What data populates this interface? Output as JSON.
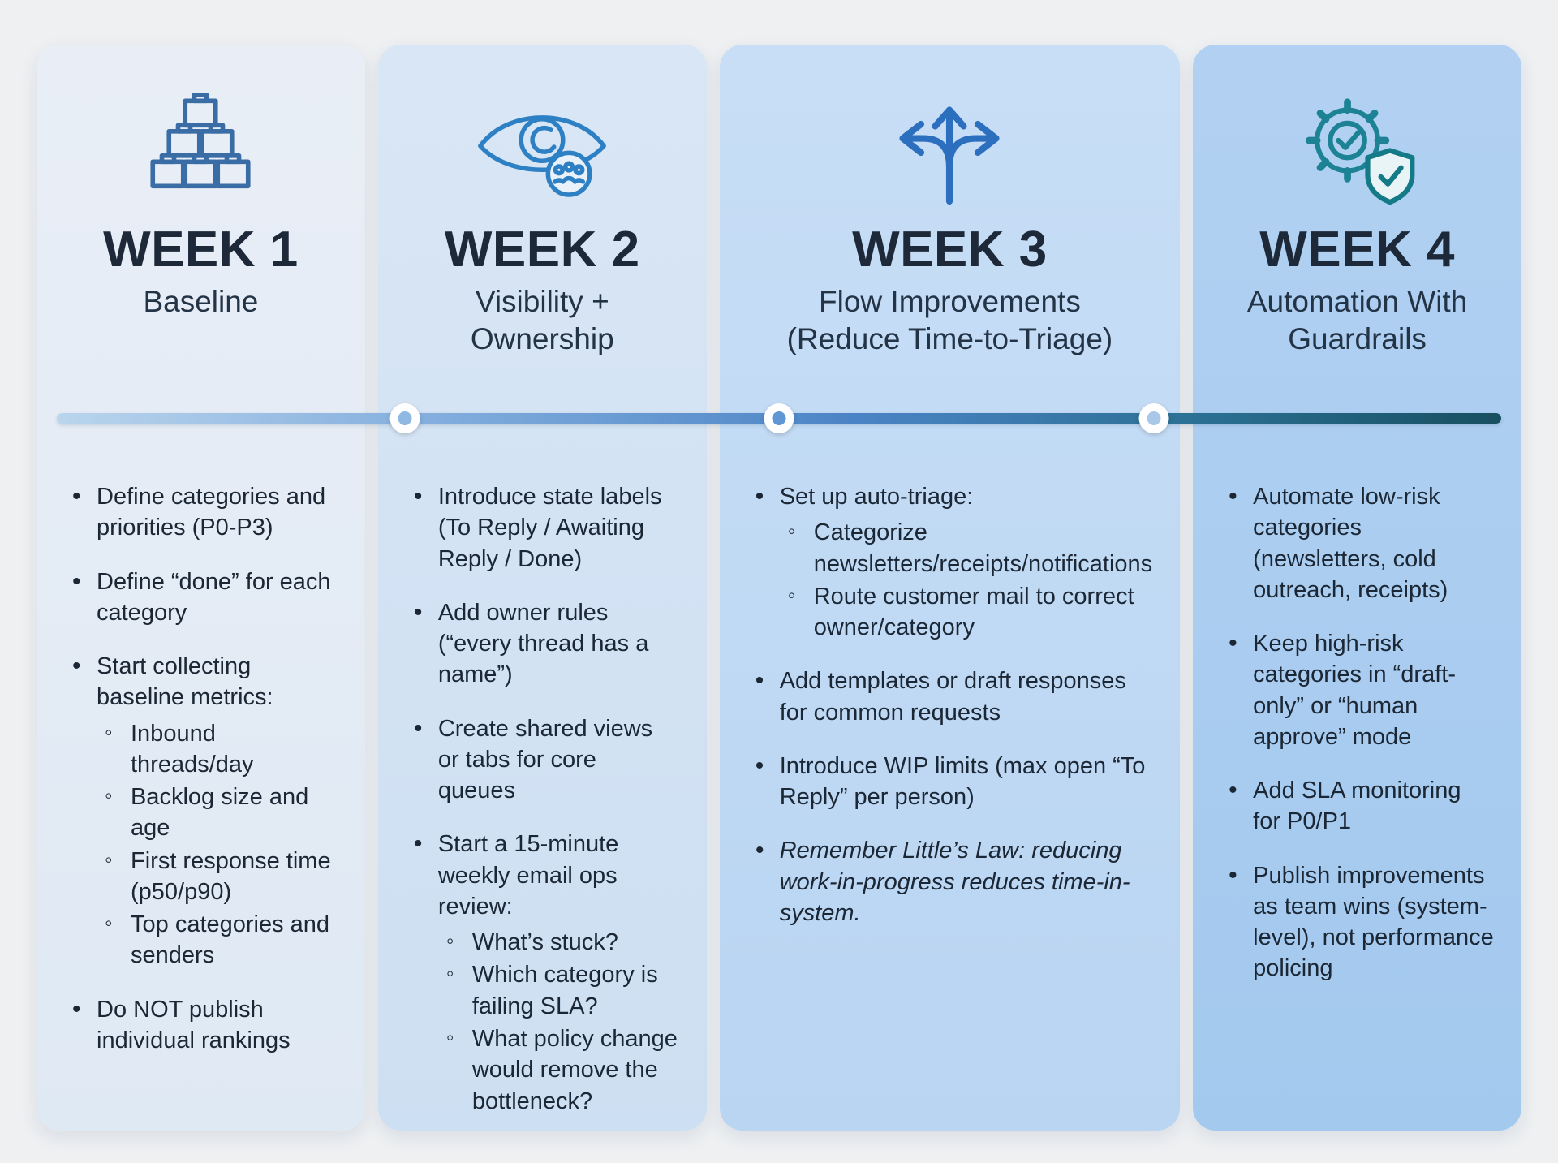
{
  "colors": {
    "page-bg": "#eef0f2",
    "card1-top": "#e9eef6",
    "card1-bottom": "#dfe9f4",
    "card2-top": "#d9e6f5",
    "card2-bottom": "#cddff2",
    "card3-top": "#c8def6",
    "card3-bottom": "#b9d5f2",
    "card4-top": "#b2d1f2",
    "card4-bottom": "#a3c9ee",
    "tl1": "#bad5ed",
    "tl2": "#7fabdc",
    "tl3": "#4b84c6",
    "tl4": "#2a6f92",
    "tl5": "#174f60",
    "node1": "#8fb8e2",
    "node2": "#5f96d3",
    "node3": "#a9c8e8",
    "text-dark": "#1b2735",
    "title": "#1d2939"
  },
  "columns": [
    {
      "week": "WEEK 1",
      "subtitle": "Baseline",
      "icon": "building-blocks-icon",
      "items": [
        {
          "text": "Define categories and priorities (P0-P3)"
        },
        {
          "text": "Define “done” for each category"
        },
        {
          "text": "Start collecting baseline metrics:",
          "sub": [
            "Inbound threads/day",
            "Backlog size and age",
            "First response time (p50/p90)",
            "Top categories and senders"
          ]
        },
        {
          "text": "Do NOT publish individual rankings"
        }
      ]
    },
    {
      "week": "WEEK 2",
      "subtitle": "Visibility +\nOwnership",
      "icon": "eye-oversight-icon",
      "items": [
        {
          "text": "Introduce state labels (To Reply / Awaiting Reply / Done)"
        },
        {
          "text": "Add owner rules (“every thread has a name”)"
        },
        {
          "text": "Create shared views or tabs for core queues"
        },
        {
          "text": "Start a 15-minute weekly email ops review:",
          "sub": [
            "What’s stuck?",
            "Which category is failing SLA?",
            "What policy change would remove the bottleneck?"
          ]
        }
      ]
    },
    {
      "week": "WEEK 3",
      "subtitle": "Flow Improvements\n(Reduce Time-to-Triage)",
      "icon": "branching-arrows-icon",
      "items": [
        {
          "text": "Set up auto-triage:",
          "sub": [
            "Categorize newsletters/receipts/notifications",
            "Route customer mail to correct owner/category"
          ]
        },
        {
          "text": "Add templates or draft responses for common requests"
        },
        {
          "text": "Introduce WIP limits (max open “To Reply” per person)"
        },
        {
          "text": "Remember Little’s Law: reducing work-in-progress reduces time-in-system.",
          "italic": true
        }
      ]
    },
    {
      "week": "WEEK 4",
      "subtitle": "Automation With\nGuardrails",
      "icon": "gear-shield-icon",
      "items": [
        {
          "text": "Automate low-risk categories (newsletters, cold outreach, receipts)"
        },
        {
          "text": "Keep high-risk categories in “draft-only” or “human approve” mode"
        },
        {
          "text": "Add SLA monitoring for P0/P1"
        },
        {
          "text": "Publish improvements as team wins (system-level), not performance policing"
        }
      ]
    }
  ]
}
